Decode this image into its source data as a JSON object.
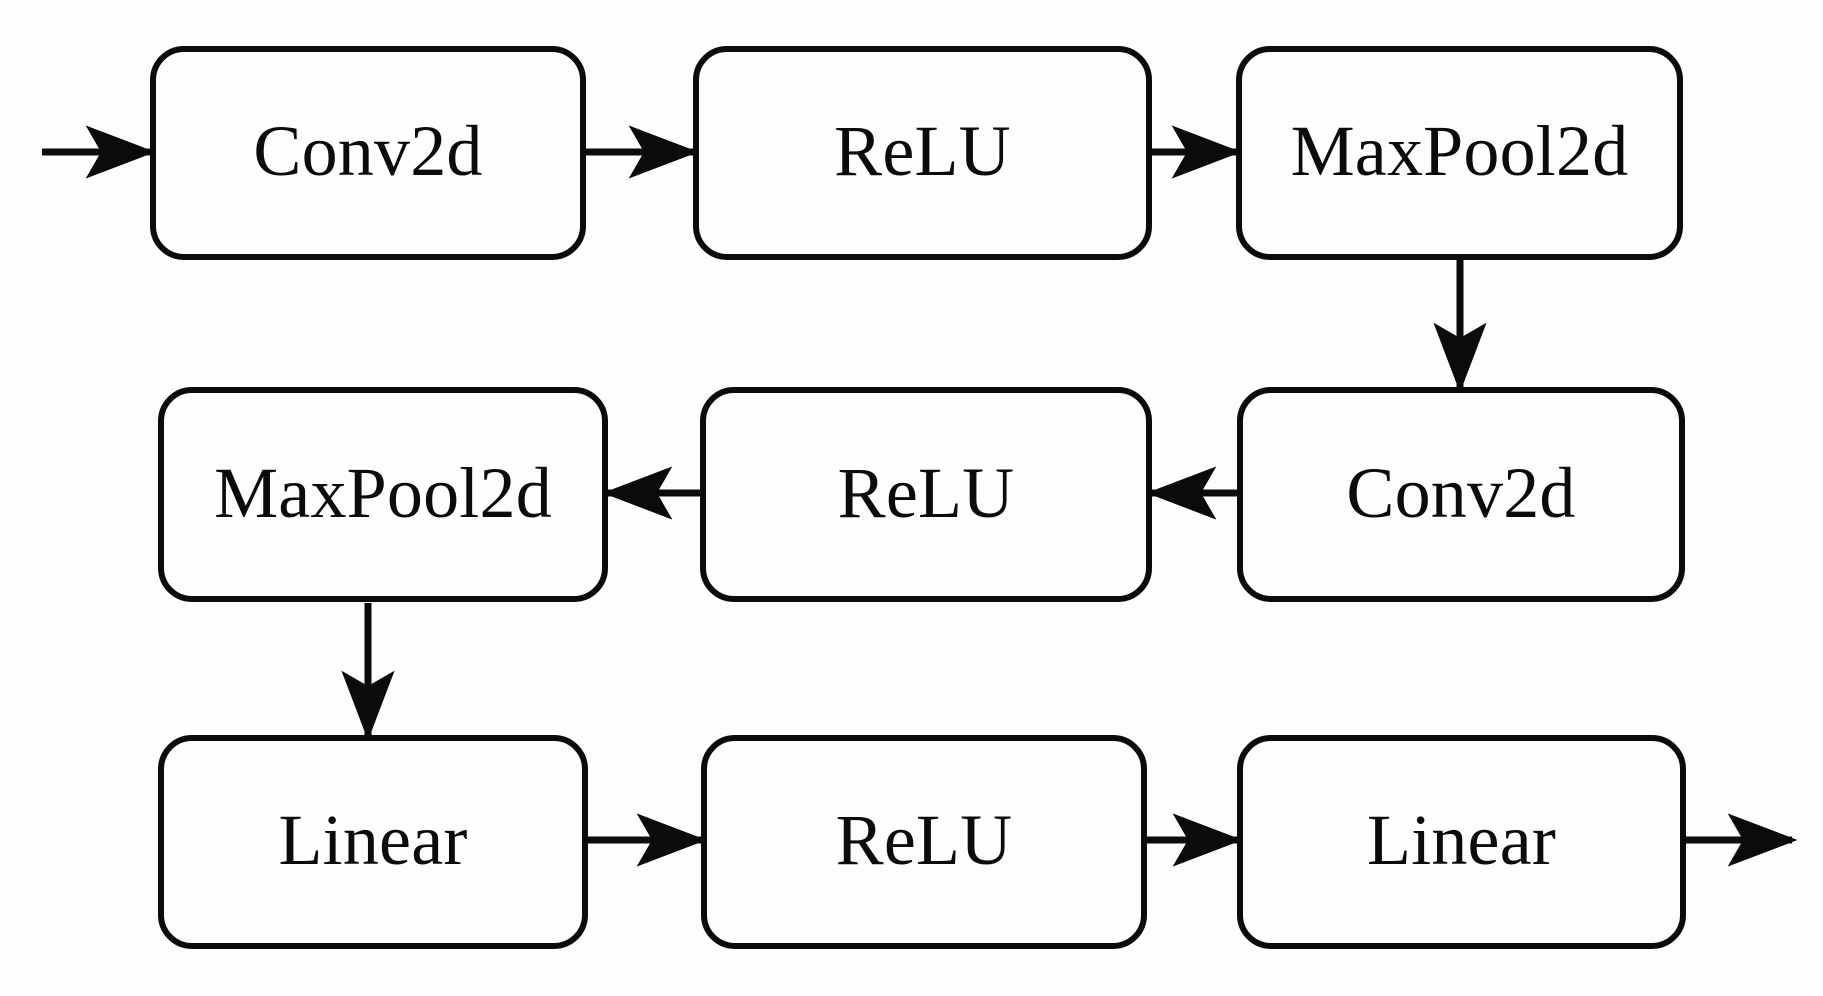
{
  "diagram": {
    "title": "CNN layer pipeline flowchart",
    "background_color": "#fdfdfd",
    "stroke_color": "#0b0b0b",
    "node_fill": "#fdfdfd",
    "nodes": [
      {
        "id": "conv2d-1",
        "label": "Conv2d",
        "row": 1,
        "order": 1
      },
      {
        "id": "relu-1",
        "label": "ReLU",
        "row": 1,
        "order": 2
      },
      {
        "id": "maxpool2d-1",
        "label": "MaxPool2d",
        "row": 1,
        "order": 3
      },
      {
        "id": "conv2d-2",
        "label": "Conv2d",
        "row": 2,
        "order": 4
      },
      {
        "id": "relu-2",
        "label": "ReLU",
        "row": 2,
        "order": 5
      },
      {
        "id": "maxpool2d-2",
        "label": "MaxPool2d",
        "row": 2,
        "order": 6
      },
      {
        "id": "linear-1",
        "label": "Linear",
        "row": 3,
        "order": 7
      },
      {
        "id": "relu-3",
        "label": "ReLU",
        "row": 3,
        "order": 8
      },
      {
        "id": "linear-2",
        "label": "Linear",
        "row": 3,
        "order": 9
      }
    ],
    "edges": [
      {
        "id": "edge-input",
        "from": "input",
        "to": "conv2d-1",
        "direction": "right"
      },
      {
        "id": "edge-conv2d1-relu1",
        "from": "conv2d-1",
        "to": "relu-1",
        "direction": "right"
      },
      {
        "id": "edge-relu1-maxpool1",
        "from": "relu-1",
        "to": "maxpool2d-1",
        "direction": "right"
      },
      {
        "id": "edge-maxpool1-conv2d2",
        "from": "maxpool2d-1",
        "to": "conv2d-2",
        "direction": "down"
      },
      {
        "id": "edge-conv2d2-relu2",
        "from": "conv2d-2",
        "to": "relu-2",
        "direction": "left"
      },
      {
        "id": "edge-relu2-maxpool2",
        "from": "relu-2",
        "to": "maxpool2d-2",
        "direction": "left"
      },
      {
        "id": "edge-maxpool2-linear1",
        "from": "maxpool2d-2",
        "to": "linear-1",
        "direction": "down"
      },
      {
        "id": "edge-linear1-relu3",
        "from": "linear-1",
        "to": "relu-3",
        "direction": "right"
      },
      {
        "id": "edge-relu3-linear2",
        "from": "relu-3",
        "to": "linear-2",
        "direction": "right"
      },
      {
        "id": "edge-output",
        "from": "linear-2",
        "to": "output",
        "direction": "right"
      }
    ]
  }
}
